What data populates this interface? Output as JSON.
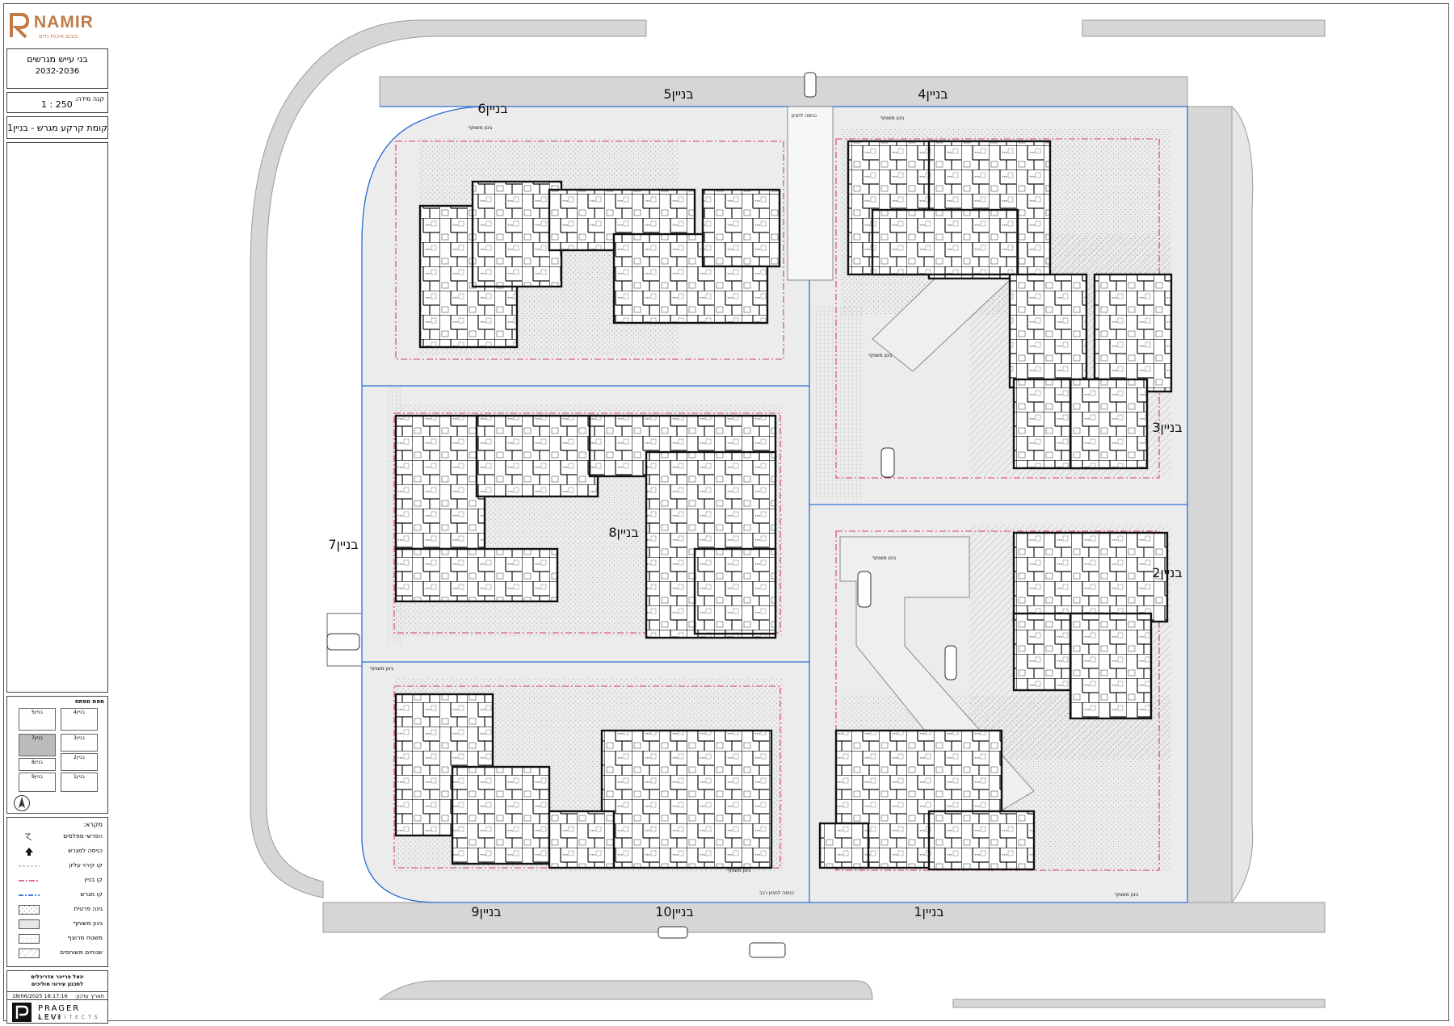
{
  "header": {
    "brand": "NAMIR",
    "brand_tagline": "בונים איכות חיים",
    "project_name": "בני עייש מגרשים",
    "project_years": "2032-2036",
    "scale_label": "קנה מידה:",
    "scale_value": "1 : 250",
    "sheet_title": "קומת קרקע מגרש - בניין1"
  },
  "keymap": {
    "title": "מפת מפתח",
    "cells": [
      "בניין5",
      "בניין4",
      "בניין7",
      "בניין3",
      "בניין8",
      "בניין2",
      "בניין9",
      "בניין1"
    ]
  },
  "legend": {
    "title": "מקרא:",
    "items": [
      {
        "label": "הפרשי מפלסים",
        "symbol": "level-change-icon"
      },
      {
        "label": "כניסה למגרש",
        "symbol": "entrance-arrow-icon"
      },
      {
        "label": "קו קירוי עליון",
        "symbol": "roof-line"
      },
      {
        "label": "קו בניין",
        "symbol": "building-line"
      },
      {
        "label": "קו מגרש",
        "symbol": "plot-line"
      },
      {
        "label": "גינה פרטית",
        "symbol": "private-garden-hatch"
      },
      {
        "label": "גינון משותף",
        "symbol": "shared-garden-hatch"
      },
      {
        "label": "משטח מרוצף",
        "symbol": "paved-surface-hatch"
      },
      {
        "label": "שטחים משותפים",
        "symbol": "common-area-hatch"
      }
    ]
  },
  "footer": {
    "office_line1": "יגאל פרייגר אדריכלים",
    "office_line2": "לתכנון עירוני מוליכים",
    "date_value": "18/06/2025 18:17:16",
    "date_label": "תאריך עדכון:",
    "architect": "PRAGER LEVI",
    "architect_sub": "ARCHITECTS"
  },
  "plan": {
    "buildings": {
      "b1": "בניין1",
      "b2": "בניין2",
      "b3": "בניין3",
      "b4": "בניין4",
      "b5": "בניין5",
      "b6": "בניין6",
      "b7": "בניין7",
      "b8": "בניין8",
      "b9": "בניין9",
      "b10": "בניין10"
    },
    "labels": {
      "shared_garden": "גינון משותף",
      "parking_entrance": "כניסה לחניון",
      "vehicle_entrance": "כניסה לחניון רכב"
    }
  },
  "colors": {
    "road": "#d6d6d6",
    "plot_line": "#2c6fd6",
    "building_line": "#d63a7a",
    "brand": "#c27a47"
  }
}
